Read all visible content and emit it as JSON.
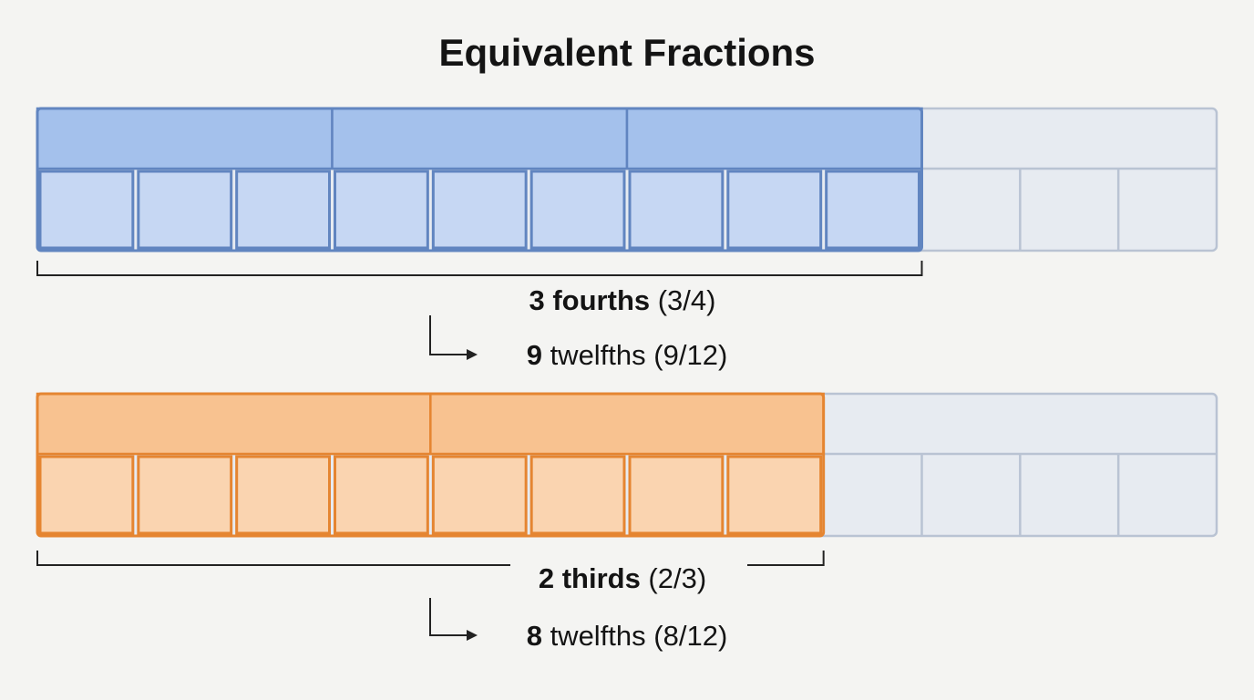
{
  "title": "Equivalent Fractions",
  "total_twelfths": 12,
  "colors": {
    "empty_fill": "#e7ebf1",
    "empty_stroke": "#b9c3d3",
    "text": "#141414",
    "background": "#f4f4f2"
  },
  "bars": [
    {
      "id": "fourths",
      "denominator": 4,
      "numerator": 3,
      "twelfths_shaded": 9,
      "top_fill": "#a4c1ec",
      "cell_fill": "#c6d7f3",
      "stroke": "#6185c0",
      "label": {
        "count": "3",
        "word": "fourths",
        "fraction": "(3/4)"
      },
      "result": {
        "count": "9",
        "word": "twelfths",
        "fraction": "(9/12)"
      }
    },
    {
      "id": "thirds",
      "denominator": 3,
      "numerator": 2,
      "twelfths_shaded": 8,
      "top_fill": "#f8c290",
      "cell_fill": "#fad4b0",
      "stroke": "#e58531",
      "label": {
        "count": "2",
        "word": "thirds",
        "fraction": "(2/3)"
      },
      "result": {
        "count": "8",
        "word": "twelfths",
        "fraction": "(8/12)"
      }
    }
  ]
}
